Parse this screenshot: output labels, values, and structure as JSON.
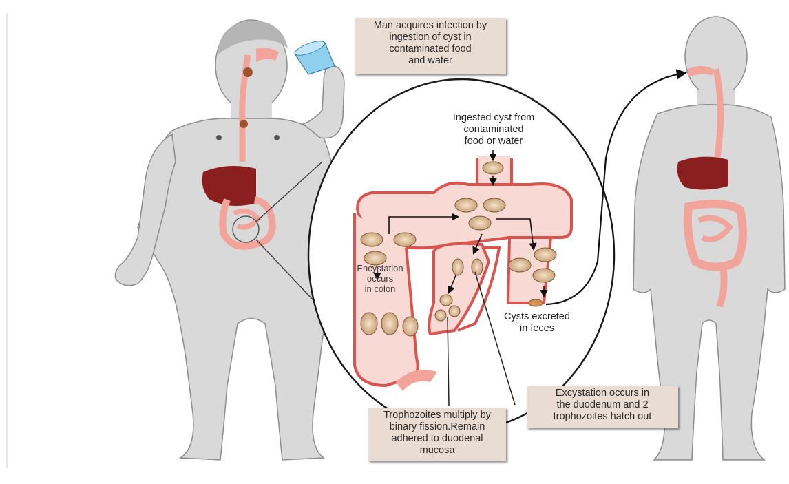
{
  "labels": {
    "infection": "Man acquires infection by\ningestion of cyst in\ncontaminated food\nand water",
    "ingested": "Ingested cyst from\ncontaminated\nfood or water",
    "encystation": "Encystation\noccurs\nin colon",
    "excreted": "Cysts excreted\nin feces",
    "excystation": "Excystation occurs in\nthe duodenum and 2\ntrophozoites hatch out",
    "trophozoites": "Trophozoites multiply by\nbinary fission.Remain\nadhered to duodenal\nmucosa"
  },
  "colors": {
    "body_fill": "#d9d9d9",
    "body_stroke": "#8c8c8c",
    "gut": "#f2a39a",
    "gut_dark": "#d9534f",
    "liver": "#8b1e1e",
    "callout_bg": "#e9dcd3",
    "cup": "#8fd0ef"
  }
}
